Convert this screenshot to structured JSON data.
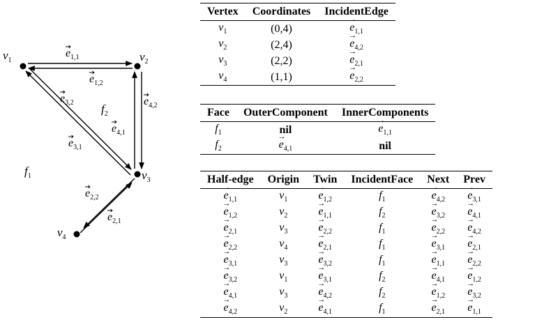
{
  "graph": {
    "vertices": [
      {
        "id": "v1",
        "label": "v",
        "sub": "1"
      },
      {
        "id": "v2",
        "label": "v",
        "sub": "2"
      },
      {
        "id": "v3",
        "label": "v",
        "sub": "3"
      },
      {
        "id": "v4",
        "label": "v",
        "sub": "4"
      }
    ],
    "edge_labels": [
      {
        "id": "e11",
        "label": "e",
        "sub": "1,1"
      },
      {
        "id": "e12",
        "label": "e",
        "sub": "1,2"
      },
      {
        "id": "e32",
        "label": "e",
        "sub": "3,2"
      },
      {
        "id": "e31",
        "label": "e",
        "sub": "3,1"
      },
      {
        "id": "e42",
        "label": "e",
        "sub": "4,2"
      },
      {
        "id": "e41",
        "label": "e",
        "sub": "4,1"
      },
      {
        "id": "e22",
        "label": "e",
        "sub": "2,2"
      },
      {
        "id": "e21",
        "label": "e",
        "sub": "2,1"
      }
    ],
    "faces": [
      {
        "id": "f1",
        "label": "f",
        "sub": "1"
      },
      {
        "id": "f2",
        "label": "f",
        "sub": "2"
      }
    ]
  },
  "vertex_table": {
    "headers": [
      "Vertex",
      "Coordinates",
      "IncidentEdge"
    ],
    "rows": [
      {
        "v": "1",
        "coord": "(0,4)",
        "edge": "1,1"
      },
      {
        "v": "2",
        "coord": "(2,4)",
        "edge": "4,2"
      },
      {
        "v": "3",
        "coord": "(2,2)",
        "edge": "2,1"
      },
      {
        "v": "4",
        "coord": "(1,1)",
        "edge": "2,2"
      }
    ]
  },
  "face_table": {
    "headers": [
      "Face",
      "OuterComponent",
      "InnerComponents"
    ],
    "rows": [
      {
        "f": "1",
        "outer": "nil",
        "outer_kind": "nil",
        "inner": "1,1",
        "inner_kind": "edge"
      },
      {
        "f": "2",
        "outer": "4,1",
        "outer_kind": "edge",
        "inner": "nil",
        "inner_kind": "nil"
      }
    ]
  },
  "halfedge_table": {
    "headers": [
      "Half-edge",
      "Origin",
      "Twin",
      "IncidentFace",
      "Next",
      "Prev"
    ],
    "rows": [
      {
        "he": "1,1",
        "origin": "1",
        "twin": "1,2",
        "face": "1",
        "next": "4,2",
        "prev": "3,1"
      },
      {
        "he": "1,2",
        "origin": "2",
        "twin": "1,1",
        "face": "2",
        "next": "3,2",
        "prev": "4,1"
      },
      {
        "he": "2,1",
        "origin": "3",
        "twin": "2,2",
        "face": "1",
        "next": "2,2",
        "prev": "4,2"
      },
      {
        "he": "2,2",
        "origin": "4",
        "twin": "2,1",
        "face": "1",
        "next": "3,1",
        "prev": "2,1"
      },
      {
        "he": "3,1",
        "origin": "3",
        "twin": "3,2",
        "face": "1",
        "next": "1,1",
        "prev": "2,2"
      },
      {
        "he": "3,2",
        "origin": "1",
        "twin": "3,1",
        "face": "2",
        "next": "4,1",
        "prev": "1,2"
      },
      {
        "he": "4,1",
        "origin": "3",
        "twin": "4,2",
        "face": "2",
        "next": "1,2",
        "prev": "3,2"
      },
      {
        "he": "4,2",
        "origin": "2",
        "twin": "4,1",
        "face": "1",
        "next": "2,1",
        "prev": "1,1"
      }
    ]
  }
}
